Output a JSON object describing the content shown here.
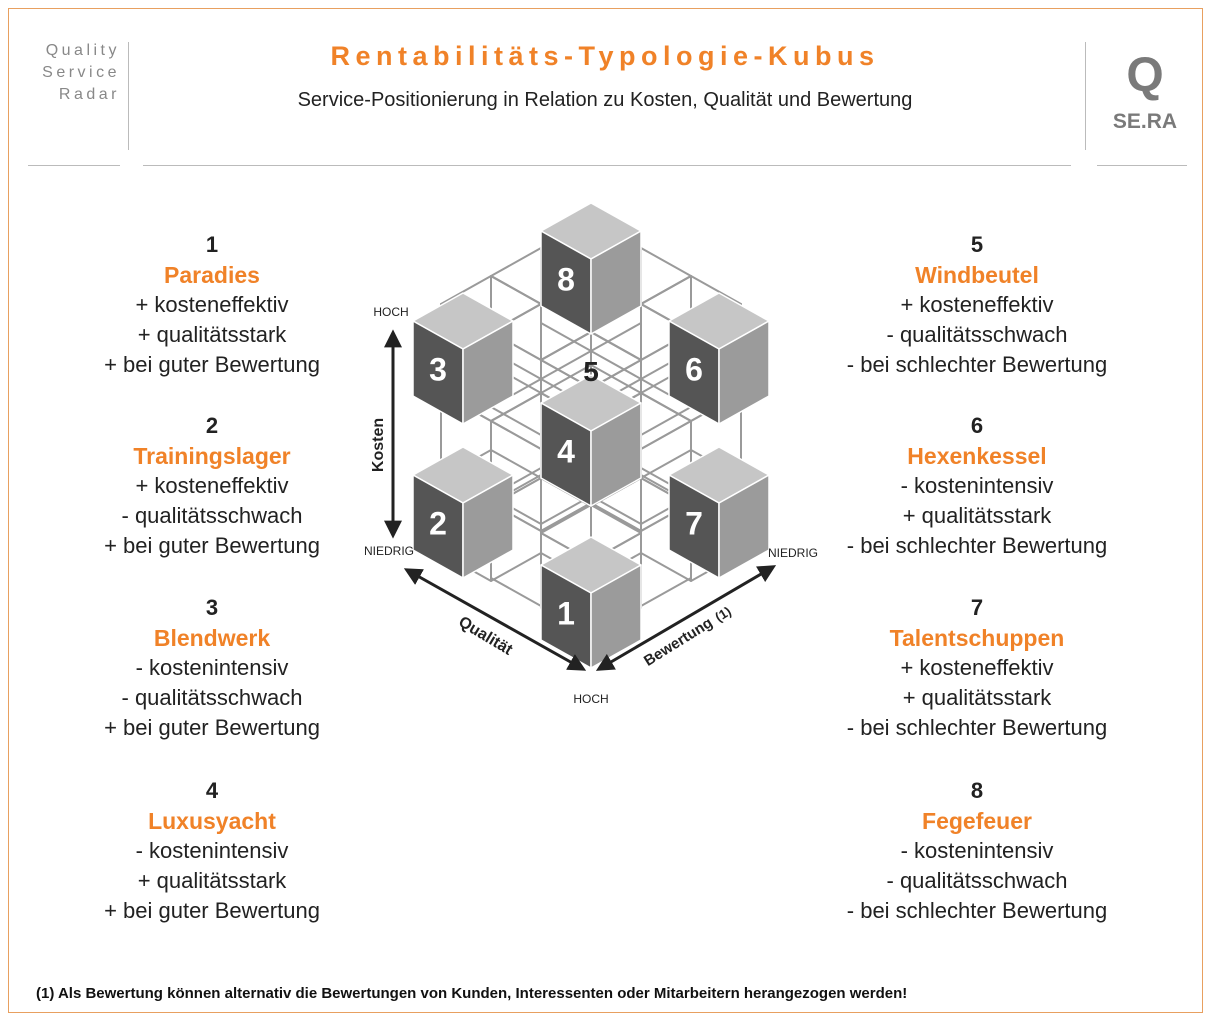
{
  "brand": {
    "lines": [
      "Quality",
      "Service",
      "Radar"
    ],
    "logo_q": "Q",
    "logo_text": "SE.RA"
  },
  "header": {
    "title": "Rentabilitäts-Typologie-Kubus",
    "subtitle": "Service-Positionierung in Relation zu Kosten,  Qualität und Bewertung"
  },
  "colors": {
    "accent": "#f08228",
    "dark_face": "#555555",
    "light_face": "#9b9b9b",
    "top_face": "#c6c6c6",
    "wire": "#9a9a9a"
  },
  "cube": {
    "axis_kosten": "Kosten",
    "axis_qualitaet": "Qualität",
    "axis_bewertung": "Bewertung",
    "axis_bewertung_note": "(1)",
    "hoch_top": "HOCH",
    "niedrig_left": "NIEDRIG",
    "niedrig_right": "NIEDRIG",
    "hoch_bottom": "HOCH",
    "numbers": [
      "1",
      "2",
      "3",
      "4",
      "5",
      "6",
      "7",
      "8"
    ]
  },
  "types": [
    {
      "num": "1",
      "name": "Paradies",
      "lines": [
        "+ kosteneffektiv",
        "+ qualitätsstark",
        "+ bei guter Bewertung"
      ]
    },
    {
      "num": "2",
      "name": "Trainingslager",
      "lines": [
        "+ kosteneffektiv",
        "- qualitätsschwach",
        "+ bei guter Bewertung"
      ]
    },
    {
      "num": "3",
      "name": "Blendwerk",
      "lines": [
        "- kostenintensiv",
        "- qualitätsschwach",
        "+ bei guter Bewertung"
      ]
    },
    {
      "num": "4",
      "name": "Luxusyacht",
      "lines": [
        "- kostenintensiv",
        "+ qualitätsstark",
        "+ bei guter Bewertung"
      ]
    },
    {
      "num": "5",
      "name": "Windbeutel",
      "lines": [
        "+ kosteneffektiv",
        "- qualitätsschwach",
        "- bei schlechter Bewertung"
      ]
    },
    {
      "num": "6",
      "name": "Hexenkessel",
      "lines": [
        "- kostenintensiv",
        "+ qualitätsstark",
        "- bei schlechter Bewertung"
      ]
    },
    {
      "num": "7",
      "name": "Talentschuppen",
      "lines": [
        "+ kosteneffektiv",
        "+ qualitätsstark",
        "- bei schlechter Bewertung"
      ]
    },
    {
      "num": "8",
      "name": "Fegefeuer",
      "lines": [
        "- kostenintensiv",
        "- qualitätsschwach",
        "- bei schlechter Bewertung"
      ]
    }
  ],
  "footnote": "(1) Als Bewertung können alternativ die Bewertungen von Kunden, Interessenten oder Mitarbeitern herangezogen werden!"
}
